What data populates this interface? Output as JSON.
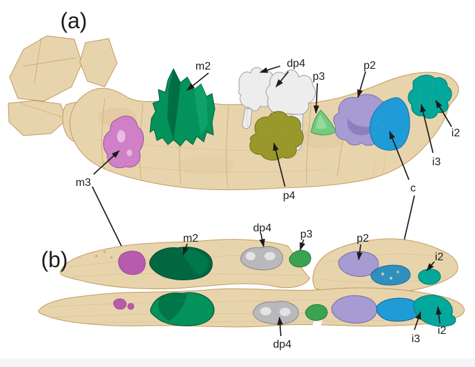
{
  "panels": {
    "a": {
      "label": "(a)",
      "annotations": {
        "m2": "m2",
        "dp4": "dp4",
        "p3": "p3",
        "p2": "p2",
        "i2": "i2",
        "i3": "i3",
        "c": "c",
        "p4": "p4",
        "m3": "m3"
      }
    },
    "b": {
      "label": "(b)",
      "annotations": {
        "m2": "m2",
        "dp4_upper": "dp4",
        "p3": "p3",
        "p2": "p2",
        "i2_upper": "i2",
        "dp4_lower": "dp4",
        "i3": "i3",
        "i2_lower": "i2"
      }
    }
  },
  "colors": {
    "background": "#ffffff",
    "bone": "#e8d4ac",
    "bone_shadow": "#d9bd8c",
    "tooth_m3": "#cf80c6",
    "tooth_m3_dark": "#b75bae",
    "tooth_m2": "#02925a",
    "tooth_m2_dark": "#016743",
    "tooth_dp4": "#ededee",
    "tooth_dp4_silver": "#b9b8bb",
    "tooth_p4": "#99982a",
    "tooth_p3": "#72ca80",
    "tooth_p3_dark": "#3aa251",
    "tooth_p2": "#a79bd3",
    "tooth_c": "#1f9cd7",
    "tooth_c_row": "#1c88c2",
    "tooth_incisor": "#02a89b",
    "label_text": "#1b1b1b",
    "footer_strip": "#f5f5f7"
  }
}
